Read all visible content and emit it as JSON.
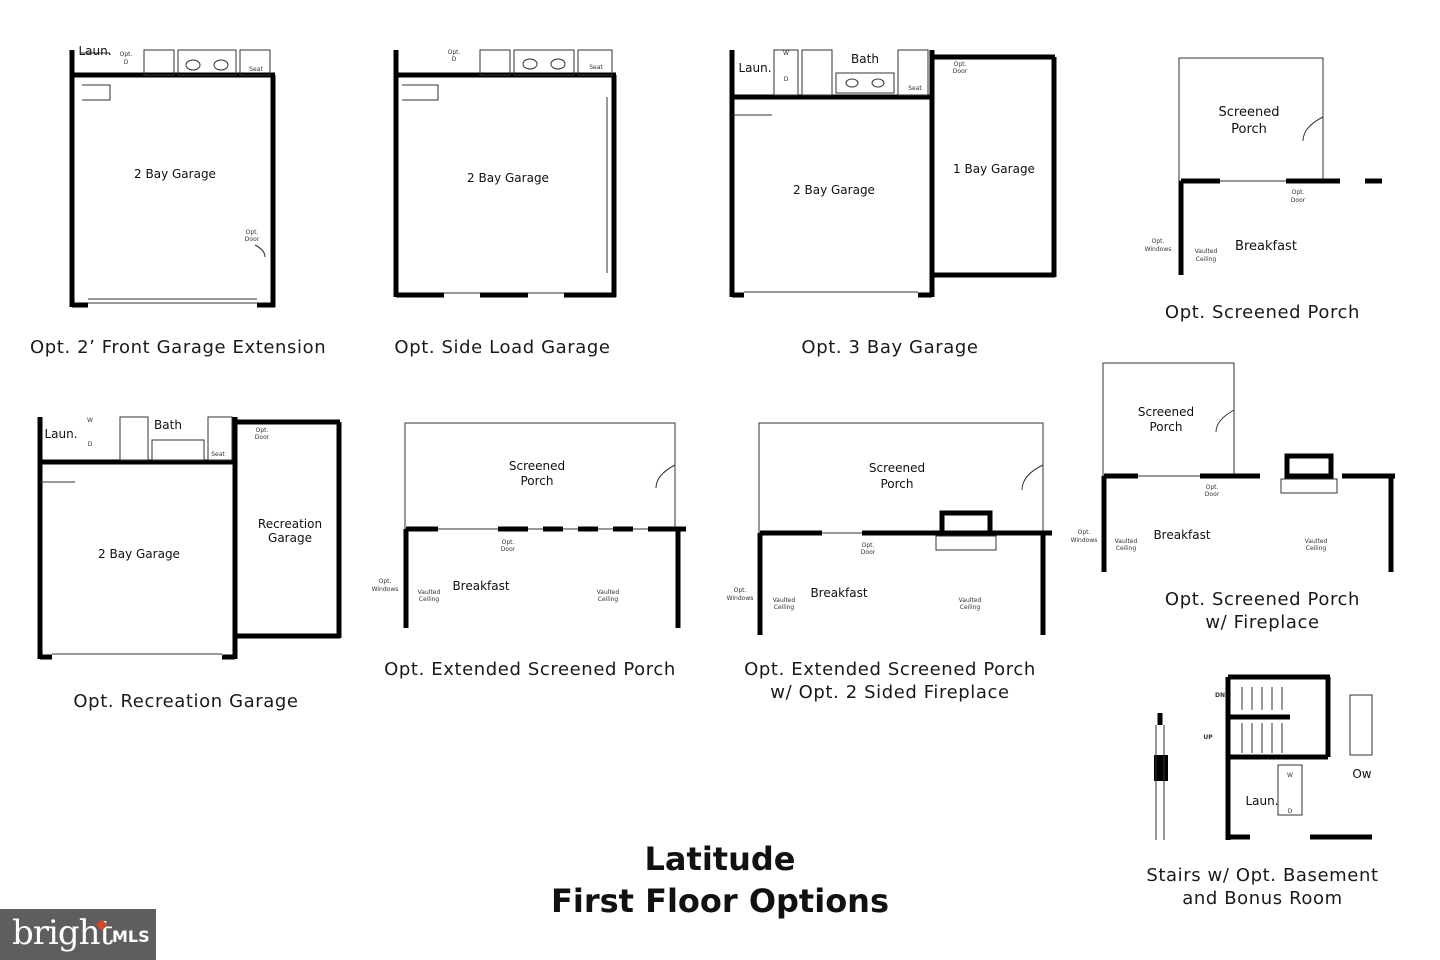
{
  "title": {
    "line1": "Latitude",
    "line2": "First Floor Options"
  },
  "logo": {
    "word": "bright",
    "suffix": "MLS",
    "accent": "#d24b2e"
  },
  "captions": {
    "garage_ext": "Opt. 2’ Front Garage Extension",
    "side_load": "Opt. Side Load Garage",
    "three_bay": "Opt. 3 Bay Garage",
    "screened_porch": "Opt. Screened Porch",
    "rec_garage": "Opt. Recreation Garage",
    "ext_porch": "Opt. Extended Screened Porch",
    "ext_porch_fp_1": "Opt. Extended Screened Porch",
    "ext_porch_fp_2": "w/ Opt. 2 Sided Fireplace",
    "porch_fp_1": "Opt. Screened Porch",
    "porch_fp_2": "w/ Fireplace",
    "stairs_1": "Stairs w/ Opt. Basement",
    "stairs_2": "and Bonus Room"
  },
  "rooms": {
    "two_bay_garage": "2 Bay Garage",
    "one_bay_garage": "1 Bay Garage",
    "recreation": "Recreation",
    "garage": "Garage",
    "screened": "Screened",
    "porch": "Porch",
    "breakfast": "Breakfast",
    "bath": "Bath",
    "laun": "Laun.",
    "opt_door_1": "Opt.",
    "opt_door_2": "Door",
    "opt_windows_1": "Opt.",
    "opt_windows_2": "Windows",
    "vaulted_1": "Vaulted",
    "vaulted_2": "Ceiling",
    "seat": "Seat",
    "opt_w": "W",
    "opt_d": "D",
    "dn": "DN",
    "up": "UP",
    "owner": "Ow"
  }
}
